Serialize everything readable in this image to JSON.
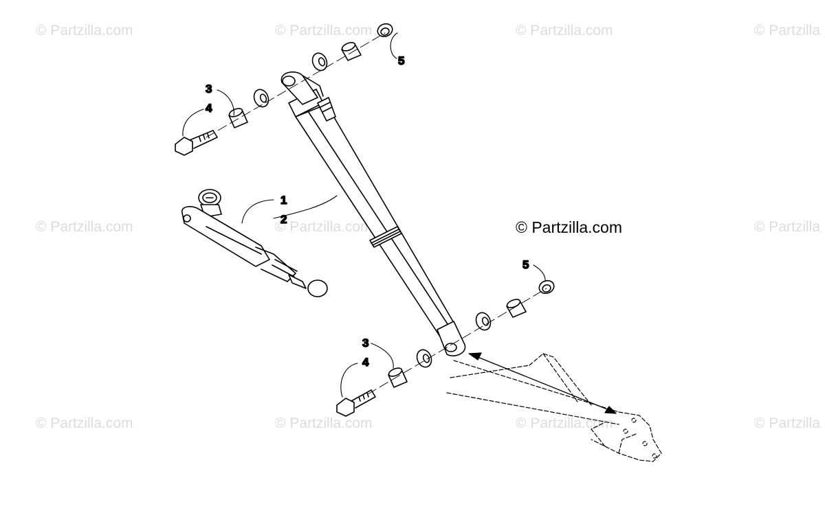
{
  "watermarks": [
    "© Partzilla.com",
    "© Partzilla.com",
    "© Partzilla.com",
    "© Partzilla",
    "© Partzilla.com",
    "© Partzilla.com",
    "© Partzilla",
    "© Partzilla.com",
    "© Partzilla.com",
    "© Partzilla.com",
    "© Partzilla"
  ],
  "copyright": "© Partzilla.com",
  "callouts": {
    "top_five": "5",
    "upper_three": "3",
    "upper_four": "4",
    "one": "1",
    "two": "2",
    "right_five": "5",
    "lower_three": "3",
    "lower_four": "4"
  }
}
